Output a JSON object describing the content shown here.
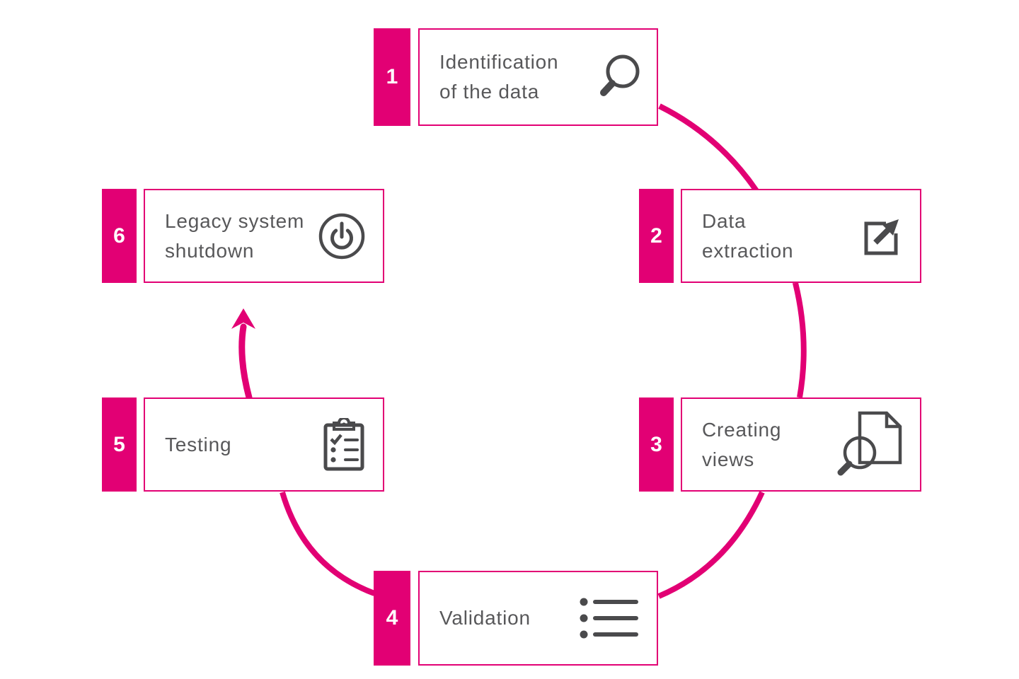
{
  "diagram": {
    "accent_color": "#E20074",
    "text_color": "#58585A",
    "icon_color": "#4A4A4C",
    "steps": [
      {
        "number": "1",
        "label": "Identification\nof the data",
        "icon": "magnifier-icon"
      },
      {
        "number": "2",
        "label": "Data\nextraction",
        "icon": "external-link-icon"
      },
      {
        "number": "3",
        "label": "Creating\nviews",
        "icon": "document-search-icon"
      },
      {
        "number": "4",
        "label": "Validation",
        "icon": "bulleted-list-icon"
      },
      {
        "number": "5",
        "label": "Testing",
        "icon": "clipboard-checklist-icon"
      },
      {
        "number": "6",
        "label": "Legacy system\nshutdown",
        "icon": "power-icon"
      }
    ]
  }
}
